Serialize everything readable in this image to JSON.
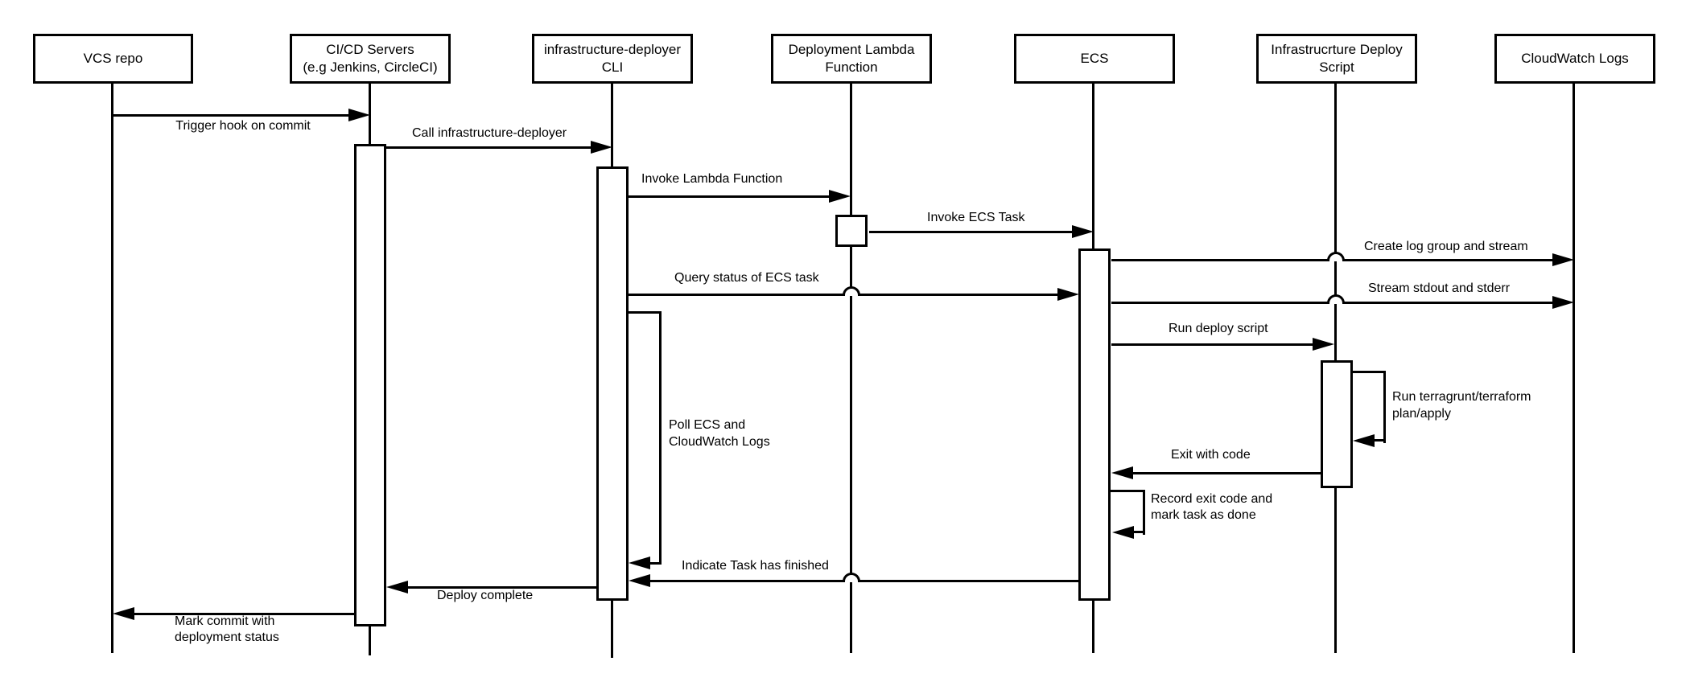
{
  "diagram": {
    "kind": "sequence-diagram",
    "colors": {
      "stroke": "#000000",
      "background": "#ffffff",
      "text": "#000000"
    }
  },
  "participants": [
    {
      "label": "VCS repo"
    },
    {
      "label": "CI/CD Servers\n(e.g Jenkins, CircleCI)"
    },
    {
      "label": "infrastructure-deployer\nCLI"
    },
    {
      "label": "Deployment Lambda\nFunction"
    },
    {
      "label": "ECS"
    },
    {
      "label": "Infrastrucrture Deploy\nScript"
    },
    {
      "label": "CloudWatch Logs"
    }
  ],
  "messages": [
    {
      "label": "Trigger hook on commit",
      "from": "VCS repo",
      "to": "CI/CD Servers (e.g Jenkins, CircleCI)",
      "type": "arrow"
    },
    {
      "label": "Call infrastructure-deployer",
      "from": "CI/CD Servers (e.g Jenkins, CircleCI)",
      "to": "infrastructure-deployer CLI",
      "type": "arrow"
    },
    {
      "label": "Invoke Lambda Function",
      "from": "infrastructure-deployer CLI",
      "to": "Deployment Lambda Function",
      "type": "arrow"
    },
    {
      "label": "Invoke ECS Task",
      "from": "Deployment Lambda Function",
      "to": "ECS",
      "type": "arrow"
    },
    {
      "label": "Create log group and stream",
      "from": "ECS",
      "to": "CloudWatch Logs",
      "type": "arrow"
    },
    {
      "label": "Query status of ECS task",
      "from": "infrastructure-deployer CLI",
      "to": "ECS",
      "type": "arrow"
    },
    {
      "label": "Stream stdout and stderr",
      "from": "ECS",
      "to": "CloudWatch Logs",
      "type": "arrow"
    },
    {
      "label": "Run deploy script",
      "from": "ECS",
      "to": "Infrastrucrture Deploy Script",
      "type": "arrow"
    },
    {
      "label": "Run terragrunt/terraform\nplan/apply",
      "from": "Infrastrucrture Deploy Script",
      "to": "Infrastrucrture Deploy Script",
      "type": "self"
    },
    {
      "label": "Exit with code",
      "from": "Infrastrucrture Deploy Script",
      "to": "ECS",
      "type": "arrow"
    },
    {
      "label": "Record exit code and\nmark task as done",
      "from": "ECS",
      "to": "ECS",
      "type": "self"
    },
    {
      "label": "Poll ECS and\nCloudWatch Logs",
      "from": "infrastructure-deployer CLI",
      "to": "infrastructure-deployer CLI",
      "type": "self"
    },
    {
      "label": "Indicate Task has finished",
      "from": "ECS",
      "to": "infrastructure-deployer CLI",
      "type": "arrow"
    },
    {
      "label": "Deploy complete",
      "from": "infrastructure-deployer CLI",
      "to": "CI/CD Servers (e.g Jenkins, CircleCI)",
      "type": "arrow"
    },
    {
      "label": "Mark commit with\ndeployment status",
      "from": "CI/CD Servers (e.g Jenkins, CircleCI)",
      "to": "VCS repo",
      "type": "arrow"
    }
  ]
}
